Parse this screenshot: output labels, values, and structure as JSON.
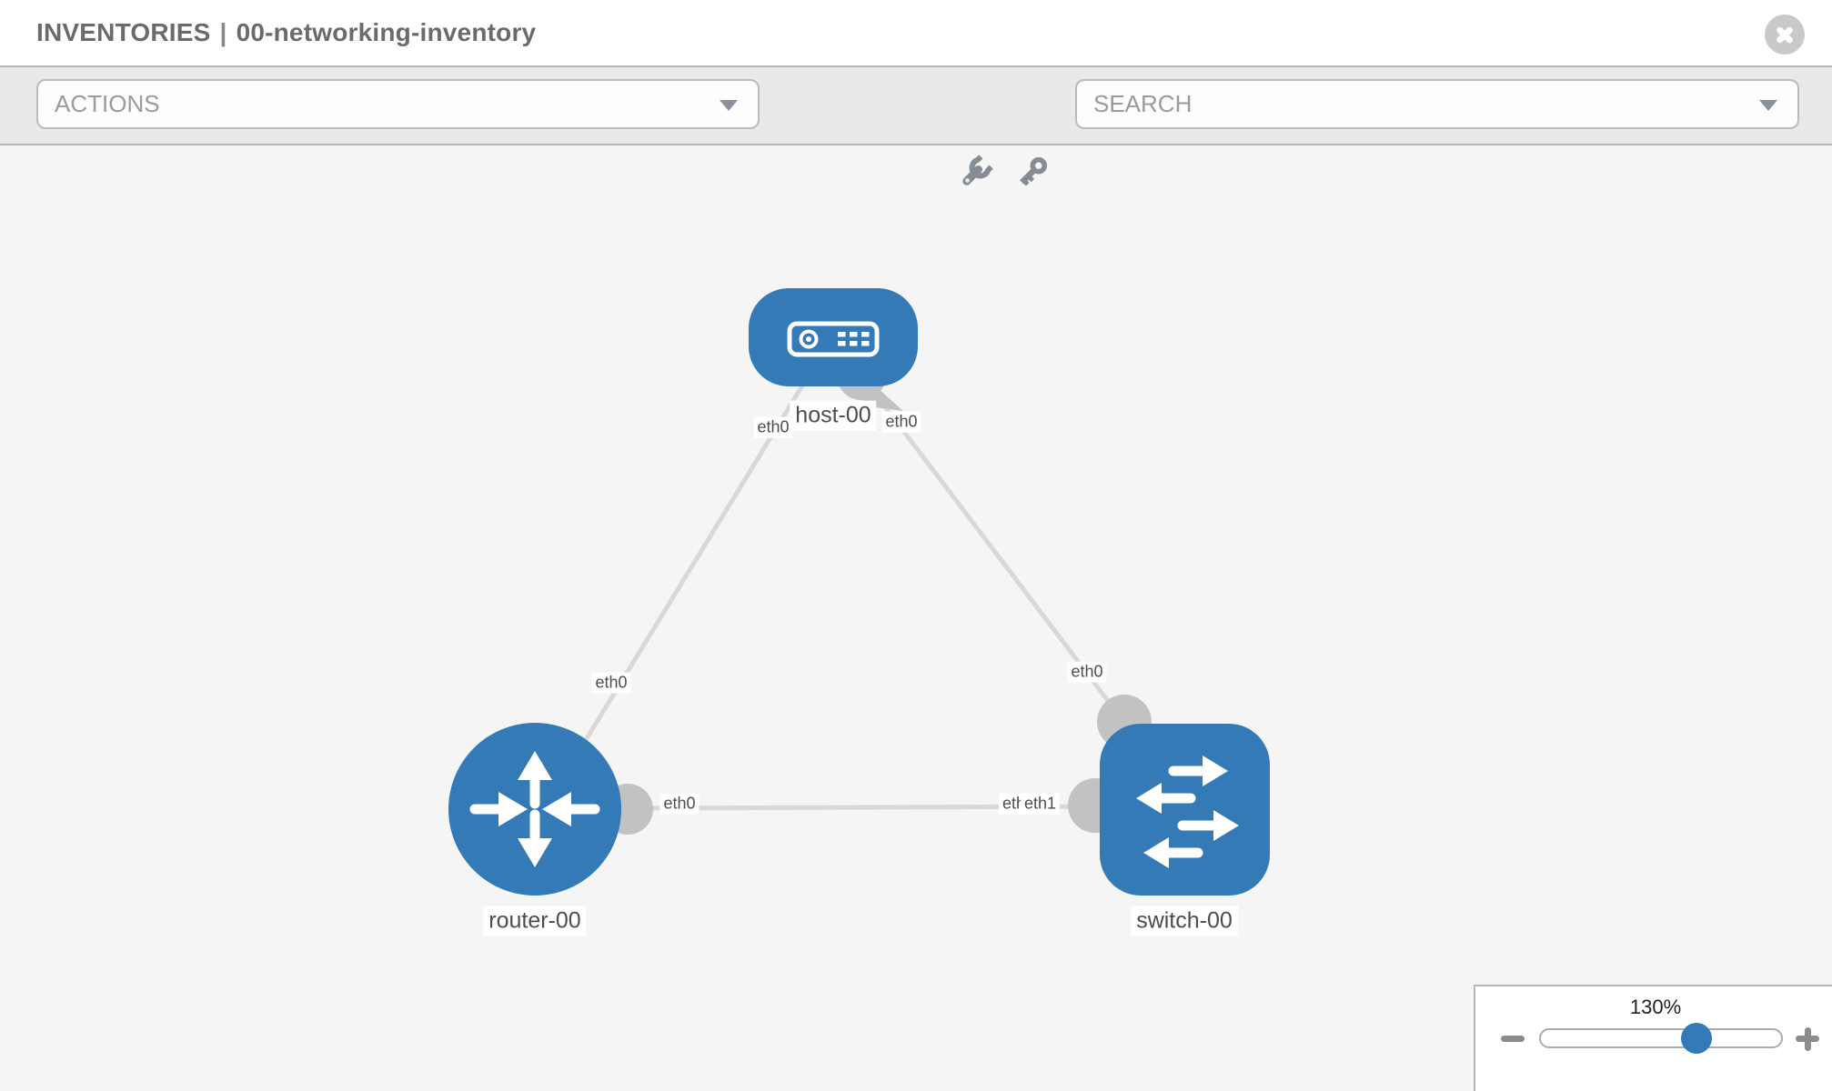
{
  "header": {
    "section": "INVENTORIES",
    "separator": "|",
    "inventory_name": "00-networking-inventory"
  },
  "toolbar": {
    "actions_label": "ACTIONS",
    "search_label": "SEARCH",
    "icons": [
      "wrench-icon",
      "key-icon"
    ]
  },
  "topology": {
    "nodes": [
      {
        "id": "host-00",
        "type": "host",
        "label": "host-00"
      },
      {
        "id": "router-00",
        "type": "router",
        "label": "router-00"
      },
      {
        "id": "switch-00",
        "type": "switch",
        "label": "switch-00"
      }
    ],
    "links": [
      {
        "from": "host-00",
        "from_if": "eth0",
        "to": "router-00",
        "to_if": "eth0"
      },
      {
        "from": "host-00",
        "from_if": "eth0",
        "to": "switch-00",
        "to_if": "eth0"
      },
      {
        "from": "router-00",
        "from_if": "eth0",
        "to": "switch-00",
        "to_if": "eth1"
      }
    ]
  },
  "zoom_control": {
    "level": "130%",
    "value": 130,
    "minus_icon": "minus",
    "plus_icon": "plus"
  },
  "colors": {
    "node_blue": "#337ab7",
    "link_gray": "#d8d8d8",
    "connector_gray": "#c2c2c2",
    "canvas_bg": "#f5f5f5",
    "toolbar_bg": "#e9e9e9",
    "header_text": "#6b6b6b"
  }
}
